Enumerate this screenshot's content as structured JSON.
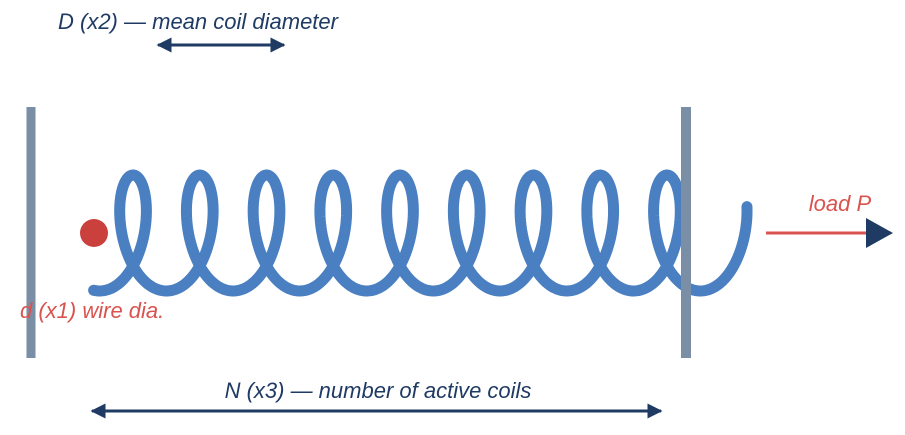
{
  "labels": {
    "mean_coil_diameter": "D (x2) — mean coil diameter",
    "wire_diameter": "d (x1) wire dia.",
    "active_coils": "N (x3) — number of active coils",
    "load": "load P"
  },
  "icons": {
    "dimension_arrow": "double-arrow-icon",
    "load_arrow": "arrow-right-icon"
  },
  "colors": {
    "coil": "#4a7fc1",
    "plate": "#7a8ea6",
    "wire_dot": "#c9403d",
    "label_blue": "#1f3b63",
    "label_red": "#d9534f",
    "load_line": "#d9534f",
    "arrow_dark": "#1f3b63"
  }
}
